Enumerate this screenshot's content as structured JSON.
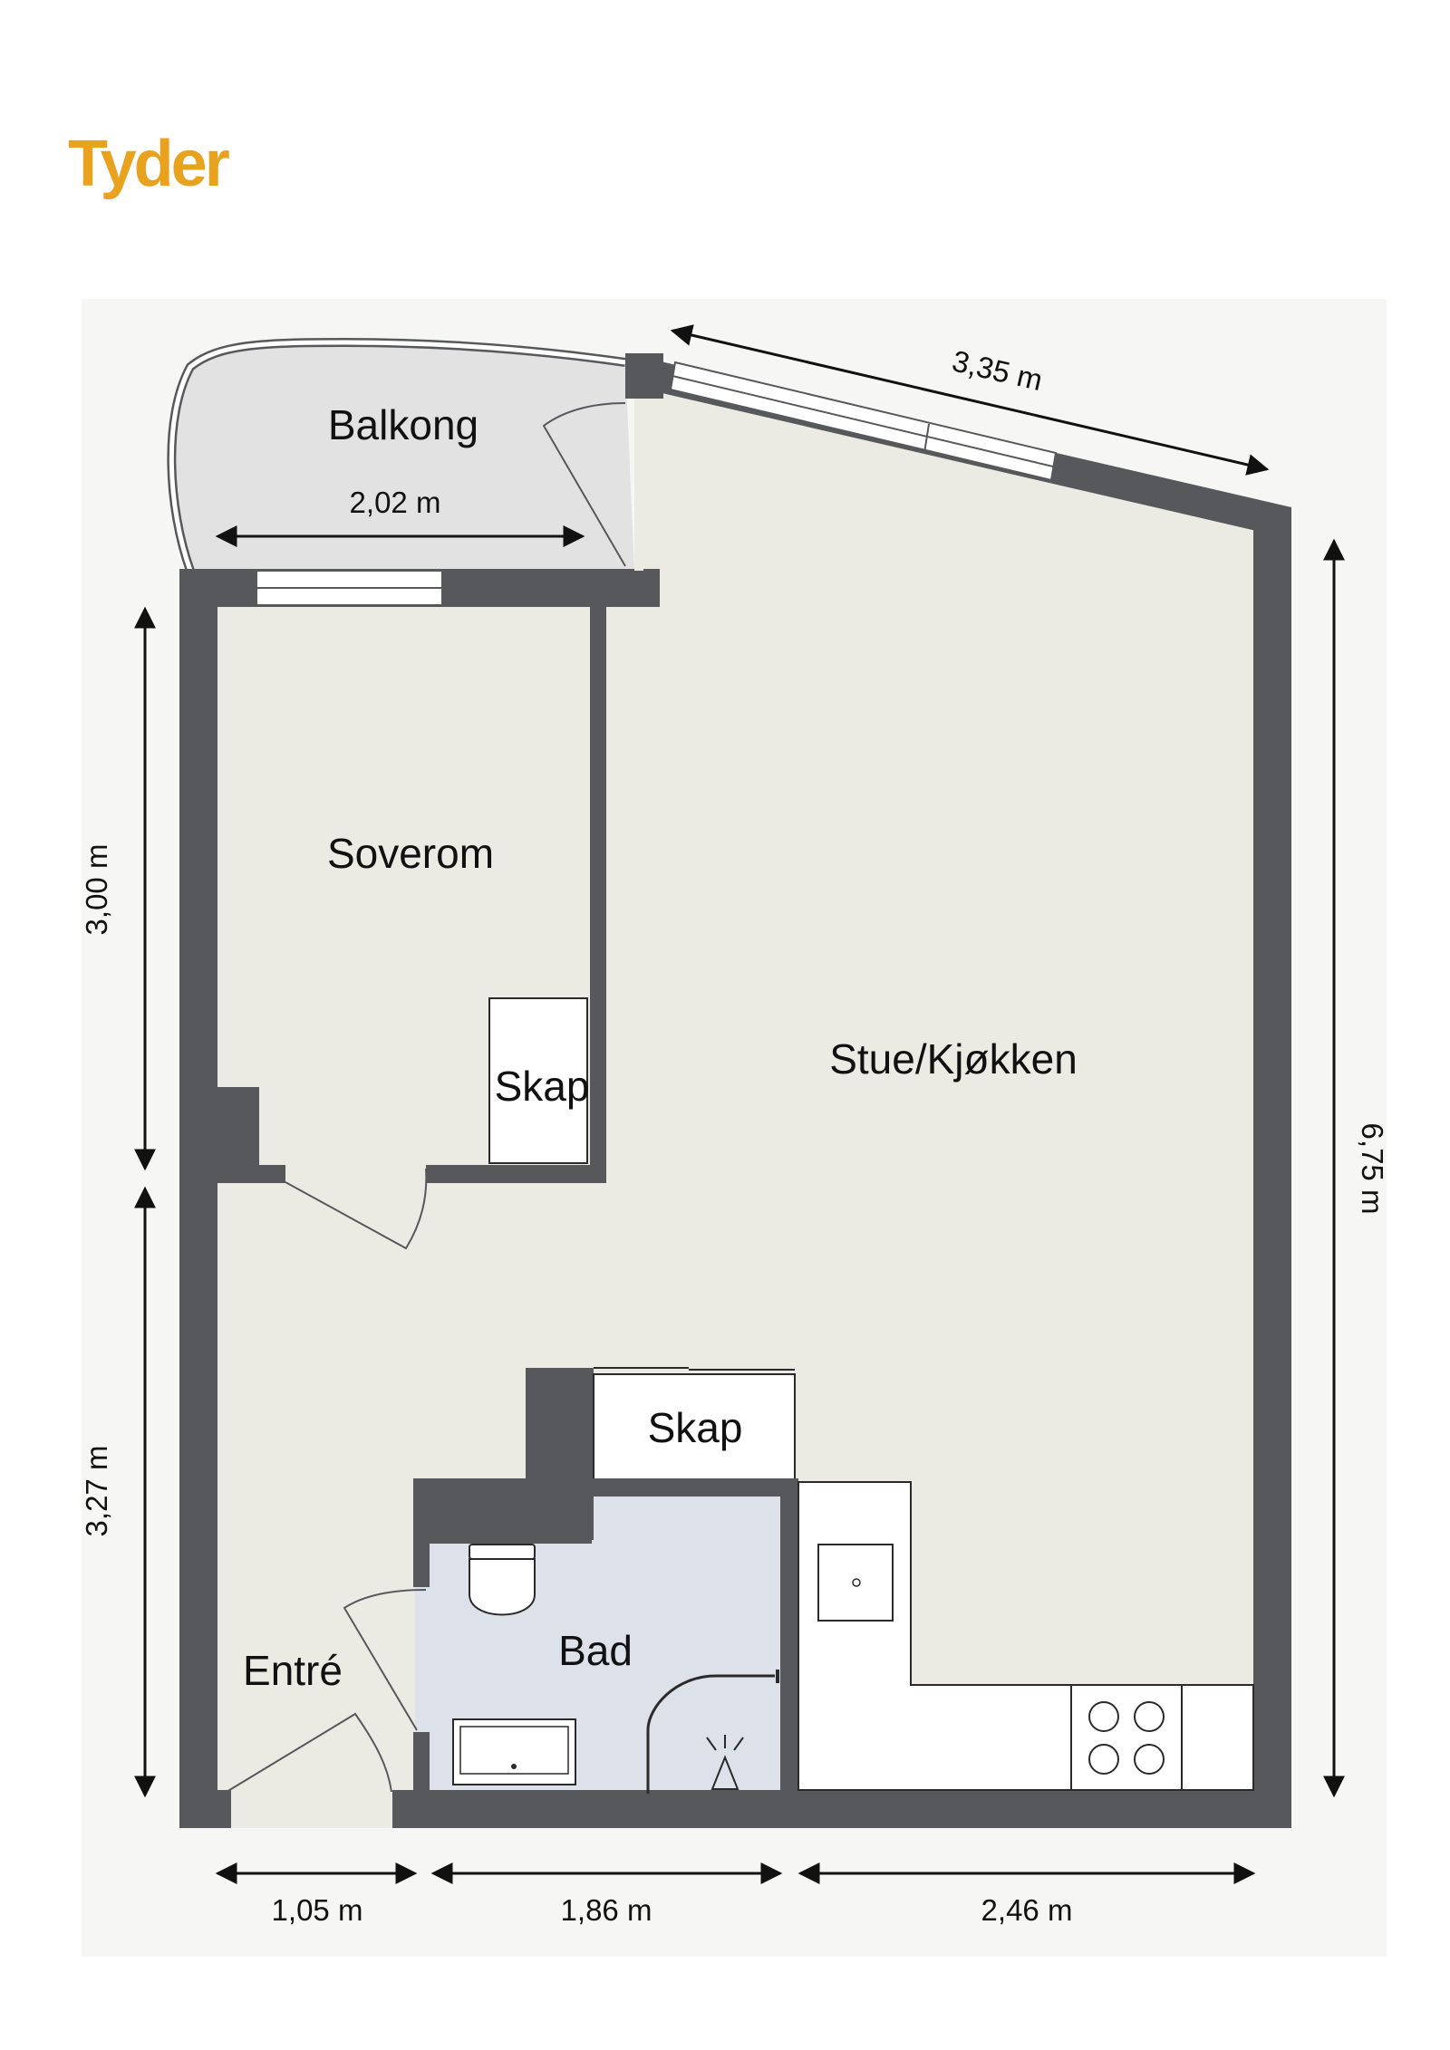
{
  "brand": {
    "logo_text": "Tyder",
    "logo_color": "#e9a21e"
  },
  "colors": {
    "floor": "#ebebe4",
    "bath_floor": "#dde2ea",
    "balcony_floor": "#e2e2e2",
    "wall": "#57585c",
    "fixture": "#ffffff"
  },
  "rooms": {
    "balkong": "Balkong",
    "soverom": "Soverom",
    "skap_bedroom": "Skap",
    "stue_kjokken": "Stue/Kjøkken",
    "skap_hall": "Skap",
    "bad": "Bad",
    "entre": "Entré"
  },
  "dimensions": {
    "top_width": "3,35 m",
    "balcony_width": "2,02 m",
    "left_upper": "3,00 m",
    "left_lower": "3,27 m",
    "right_height": "6,75 m",
    "bottom_1": "1,05 m",
    "bottom_2": "1,86 m",
    "bottom_3": "2,46 m"
  }
}
